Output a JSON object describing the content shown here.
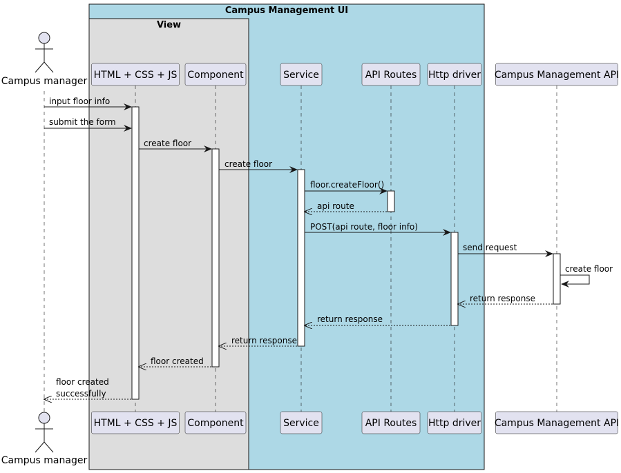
{
  "diagram": {
    "outer_box": {
      "title": "Campus Management UI",
      "color": "#ADD8E6"
    },
    "inner_box": {
      "title": "View",
      "color": "#DDDDDD"
    },
    "participant_fill": "#E2E2F0",
    "participant_stroke": "#181818",
    "lifeline_color": "#181818",
    "participants": [
      {
        "id": "manager",
        "label": "Campus manager",
        "kind": "actor",
        "icon": "stick-figure-icon"
      },
      {
        "id": "html",
        "label": "HTML + CSS + JS",
        "kind": "participant"
      },
      {
        "id": "component",
        "label": "Component",
        "kind": "participant"
      },
      {
        "id": "service",
        "label": "Service",
        "kind": "participant"
      },
      {
        "id": "api_routes",
        "label": "API Routes",
        "kind": "participant"
      },
      {
        "id": "http_driver",
        "label": "Http driver",
        "kind": "participant"
      },
      {
        "id": "campus_api",
        "label": "Campus Management API",
        "kind": "participant"
      }
    ],
    "messages": [
      {
        "from": "manager",
        "to": "html",
        "label": [
          "input floor info"
        ],
        "style": "sync"
      },
      {
        "from": "manager",
        "to": "html",
        "label": [
          "submit the form"
        ],
        "style": "sync"
      },
      {
        "from": "html",
        "to": "component",
        "label": [
          "create floor"
        ],
        "style": "sync"
      },
      {
        "from": "component",
        "to": "service",
        "label": [
          "create floor"
        ],
        "style": "sync"
      },
      {
        "from": "service",
        "to": "api_routes",
        "label": [
          "floor.createFloor()"
        ],
        "style": "sync"
      },
      {
        "from": "api_routes",
        "to": "service",
        "label": [
          "api route"
        ],
        "style": "return"
      },
      {
        "from": "service",
        "to": "http_driver",
        "label": [
          "POST(api route, floor info)"
        ],
        "style": "sync"
      },
      {
        "from": "http_driver",
        "to": "campus_api",
        "label": [
          "send request"
        ],
        "style": "sync"
      },
      {
        "from": "campus_api",
        "to": "campus_api",
        "label": [
          "create floor"
        ],
        "style": "self"
      },
      {
        "from": "campus_api",
        "to": "http_driver",
        "label": [
          "return response"
        ],
        "style": "return"
      },
      {
        "from": "http_driver",
        "to": "service",
        "label": [
          "return response"
        ],
        "style": "return"
      },
      {
        "from": "service",
        "to": "component",
        "label": [
          "return response"
        ],
        "style": "return"
      },
      {
        "from": "component",
        "to": "html",
        "label": [
          "floor created"
        ],
        "style": "return"
      },
      {
        "from": "html",
        "to": "manager",
        "label": [
          "floor created",
          "successfully"
        ],
        "style": "return"
      }
    ]
  }
}
